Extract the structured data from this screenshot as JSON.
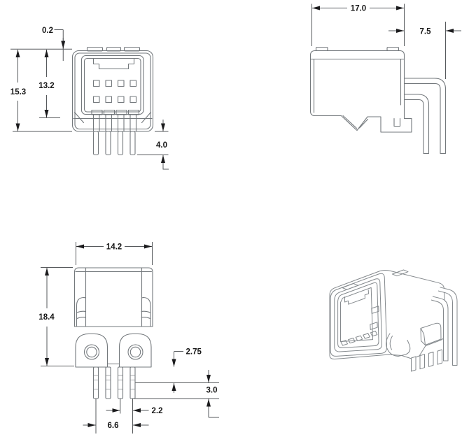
{
  "colors": {
    "part_line": "#73787c",
    "dimension_line": "#56595c",
    "arrow": "#1b1b1d",
    "text": "#161616",
    "background": "#ffffff"
  },
  "views": {
    "front": {
      "dims": {
        "flange_offset": "0.2",
        "overall_height": "15.3",
        "body_height": "13.2",
        "pin_length": "4.0"
      }
    },
    "side": {
      "dims": {
        "overall_width": "17.0",
        "pin_offset": "7.5"
      }
    },
    "rear": {
      "dims": {
        "overall_width": "14.2",
        "overall_height": "18.4",
        "boss_clearance": "2.75",
        "crimp_length": "3.0",
        "pin_pitch": "2.2",
        "pin_row_span": "6.6"
      }
    }
  }
}
